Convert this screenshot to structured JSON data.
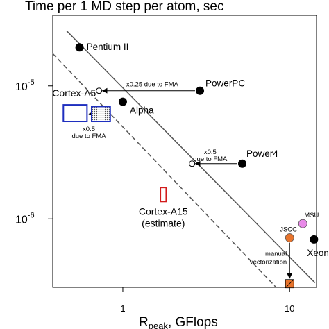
{
  "chart_data": {
    "type": "scatter",
    "title": "Time per 1 MD step per atom, sec",
    "xlabel_main": "R",
    "xlabel_sub": "peak",
    "xlabel_unit": ", GFlops",
    "xscale": "log",
    "yscale": "log",
    "xlim": [
      0.38,
      14.5
    ],
    "ylim": [
      3.05e-07,
      3.4e-05
    ],
    "x_ticks": [
      {
        "value": 1,
        "label": "1"
      },
      {
        "value": 10,
        "label": "10"
      }
    ],
    "y_ticks": [
      {
        "value": 1e-05,
        "base": "10",
        "exp": "-5"
      },
      {
        "value": 1e-06,
        "base": "10",
        "exp": "-6"
      }
    ],
    "grid": false,
    "fit_lines": [
      {
        "style": "solid",
        "color": "#555555",
        "from": [
          0.46,
          2.6e-05
        ],
        "to": [
          14.2,
          3.3e-07
        ]
      },
      {
        "style": "dashed",
        "color": "#555555",
        "from": [
          0.38,
          1.75e-05
        ],
        "to": [
          8.3,
          3.05e-07
        ]
      }
    ],
    "measured": [
      {
        "label": "Pentium II",
        "x": 0.55,
        "y": 1.95e-05
      },
      {
        "label": "PowerPC",
        "x": 2.9,
        "y": 9.2e-06
      },
      {
        "label": "Alpha",
        "x": 1.0,
        "y": 7.6e-06
      },
      {
        "label": "Power4",
        "x": 5.2,
        "y": 2.6e-06
      },
      {
        "label": "Xeon",
        "x": 14.0,
        "y": 7e-07
      }
    ],
    "special_points": [
      {
        "label": "MSU",
        "x": 12.0,
        "y": 9.2e-07,
        "color": "#e88ae8"
      },
      {
        "label": "JSCC",
        "x": 10.0,
        "y": 7.2e-07,
        "color": "#e8742c"
      },
      {
        "label": "",
        "x": 10.0,
        "y": 3.25e-07,
        "color": "#e8742c",
        "shape": "square"
      }
    ],
    "projected": [
      {
        "x": 0.72,
        "y": 9.2e-06,
        "note_line1": "x0.25 due to FMA",
        "from": "PowerPC"
      },
      {
        "x": 2.6,
        "y": 2.6e-06,
        "note_line1": "x0.5",
        "note_line2": "due to FMA",
        "from": "Power4"
      }
    ],
    "cortex_a5": {
      "label": "Cortex-A5",
      "note_line1": "x0.5",
      "note_line2": "due to FMA",
      "color": "#1f2fbf",
      "box_open": {
        "x": [
          0.44,
          0.61
        ],
        "y": [
          5.4e-06,
          7.2e-06
        ]
      },
      "box_filled": {
        "x": [
          0.65,
          0.84
        ],
        "y": [
          5.4e-06,
          7e-06
        ]
      }
    },
    "cortex_a15": {
      "label": "Cortex-A15",
      "sublabel": "(estimate)",
      "color": "#d21c1c",
      "box": {
        "x": [
          1.68,
          1.82
        ],
        "y": [
          1.35e-06,
          1.72e-06
        ]
      }
    },
    "vectorization_note": [
      "manual",
      "vectorization"
    ]
  }
}
